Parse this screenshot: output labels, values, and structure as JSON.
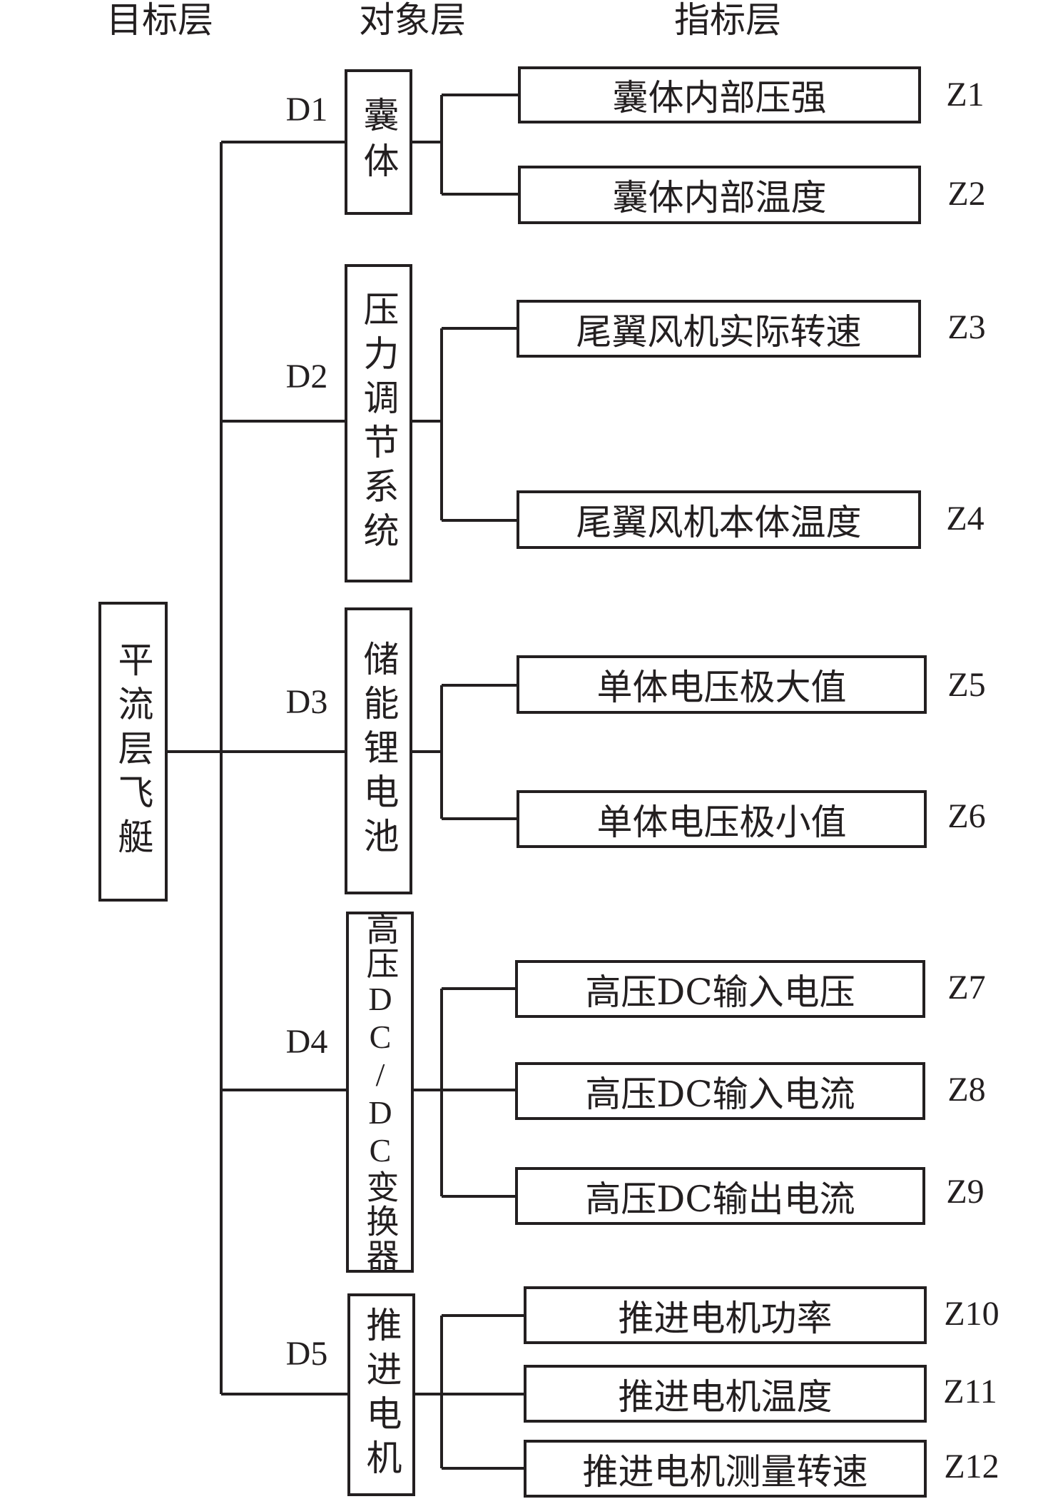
{
  "headers": {
    "goal": "目标层",
    "object": "对象层",
    "indicator": "指标层"
  },
  "root": {
    "label": "平流层飞艇",
    "chars": [
      "平",
      "流",
      "层",
      "飞",
      "艇"
    ]
  },
  "objects": [
    {
      "id": "D1",
      "label": "囊体",
      "chars": [
        "囊",
        "体"
      ]
    },
    {
      "id": "D2",
      "label": "压力调节系统",
      "chars": [
        "压",
        "力",
        "调",
        "节",
        "系",
        "统"
      ]
    },
    {
      "id": "D3",
      "label": "储能锂电池",
      "chars": [
        "储",
        "能",
        "锂",
        "电",
        "池"
      ]
    },
    {
      "id": "D4",
      "label": "高压DC/DC变换器",
      "chars": [
        "高",
        "压",
        "DC",
        "/",
        "DC",
        "变",
        "换",
        "器"
      ]
    },
    {
      "id": "D5",
      "label": "推进电机",
      "chars": [
        "推",
        "进",
        "电",
        "机"
      ]
    }
  ],
  "indicators": [
    {
      "id": "Z1",
      "label": "囊体内部压强",
      "parent": "D1"
    },
    {
      "id": "Z2",
      "label": "囊体内部温度",
      "parent": "D1"
    },
    {
      "id": "Z3",
      "label": "尾翼风机实际转速",
      "parent": "D2"
    },
    {
      "id": "Z4",
      "label": "尾翼风机本体温度",
      "parent": "D2"
    },
    {
      "id": "Z5",
      "label": "单体电压极大值",
      "parent": "D3"
    },
    {
      "id": "Z6",
      "label": "单体电压极小值",
      "parent": "D3"
    },
    {
      "id": "Z7",
      "label": "高压DC输入电压",
      "parent": "D4"
    },
    {
      "id": "Z8",
      "label": "高压DC输入电流",
      "parent": "D4"
    },
    {
      "id": "Z9",
      "label": "高压DC输出电流",
      "parent": "D4"
    },
    {
      "id": "Z10",
      "label": "推进电机功率",
      "parent": "D5"
    },
    {
      "id": "Z11",
      "label": "推进电机温度",
      "parent": "D5"
    },
    {
      "id": "Z12",
      "label": "推进电机测量转速",
      "parent": "D5"
    }
  ],
  "colors": {
    "line": "#231f20",
    "background": "#ffffff"
  }
}
